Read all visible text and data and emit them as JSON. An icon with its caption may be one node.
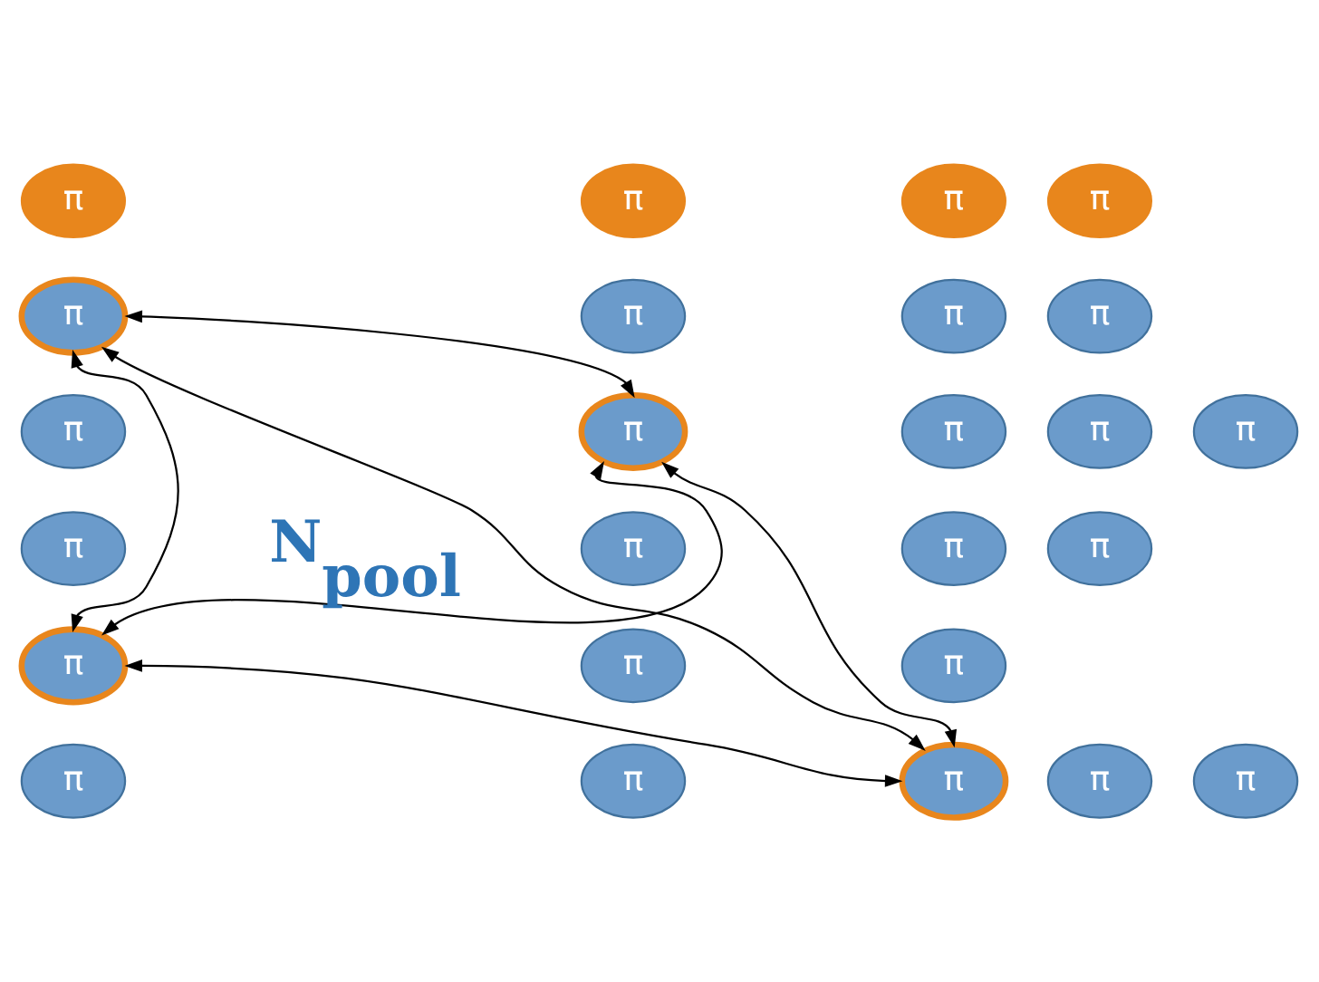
{
  "diagram": {
    "nodes": [
      {
        "text": [
          "π"
        ]
      },
      {
        "text": [
          "π"
        ]
      },
      {
        "text": [
          "π"
        ]
      },
      {
        "text": [
          "π"
        ]
      },
      {
        "text": [
          "π"
        ]
      },
      {
        "text": [
          "π"
        ]
      },
      {
        "text": [
          "π"
        ]
      },
      {
        "text": [
          "π"
        ]
      },
      {
        "text": [
          "π"
        ]
      },
      {
        "text": [
          "π"
        ]
      },
      {
        "text": [
          "π"
        ]
      },
      {
        "text": [
          "π"
        ]
      },
      {
        "text": [
          "π"
        ]
      },
      {
        "text": [
          "π"
        ]
      },
      {
        "text": [
          "π"
        ]
      },
      {
        "text": [
          "π"
        ]
      },
      {
        "text": [
          "π"
        ]
      },
      {
        "text": [
          "π"
        ]
      },
      {
        "text": [
          "π"
        ]
      },
      {
        "text": [
          "π"
        ]
      },
      {
        "text": [
          "π"
        ]
      },
      {
        "text": [
          "π"
        ]
      },
      {
        "text": [
          "π"
        ]
      },
      {
        "text": [
          "π"
        ]
      },
      {
        "text": [
          "π"
        ]
      }
    ],
    "edges": [
      {
        "from": 4,
        "to": 9,
        "arrow": "both"
      },
      {
        "from": 4,
        "to": 17,
        "arrow": "both"
      },
      {
        "from": 4,
        "to": 22,
        "arrow": "both"
      },
      {
        "from": 9,
        "to": 17,
        "arrow": "both"
      },
      {
        "from": 9,
        "to": 22,
        "arrow": "both"
      },
      {
        "from": 17,
        "to": 22,
        "arrow": "both"
      }
    ],
    "labels": [
      "N$_{pool}$"
    ]
  }
}
